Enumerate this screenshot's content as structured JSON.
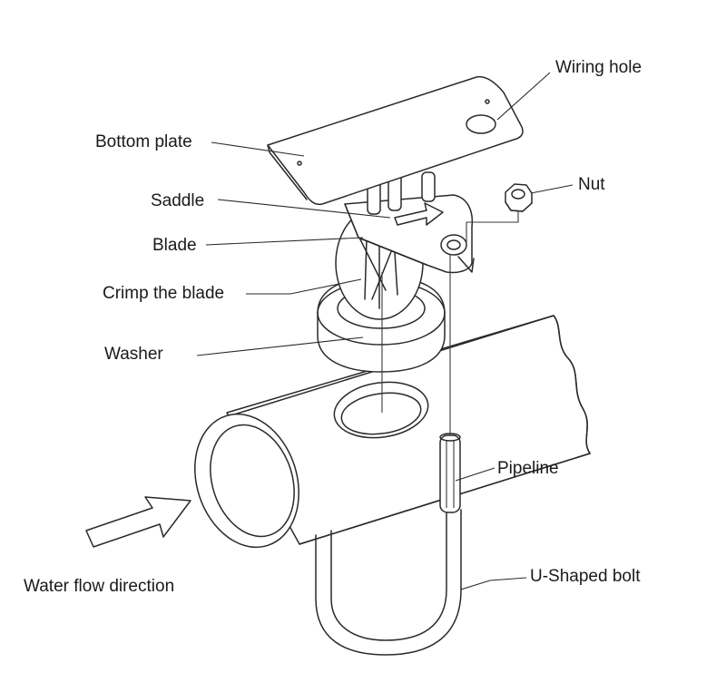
{
  "labels": {
    "wiring_hole": "Wiring hole",
    "bottom_plate": "Bottom plate",
    "nut": "Nut",
    "saddle": "Saddle",
    "blade": "Blade",
    "crimp_blade": "Crimp the blade",
    "washer": "Washer",
    "pipeline": "Pipeline",
    "u_bolt": "U-Shaped bolt",
    "water_flow": "Water flow direction"
  }
}
